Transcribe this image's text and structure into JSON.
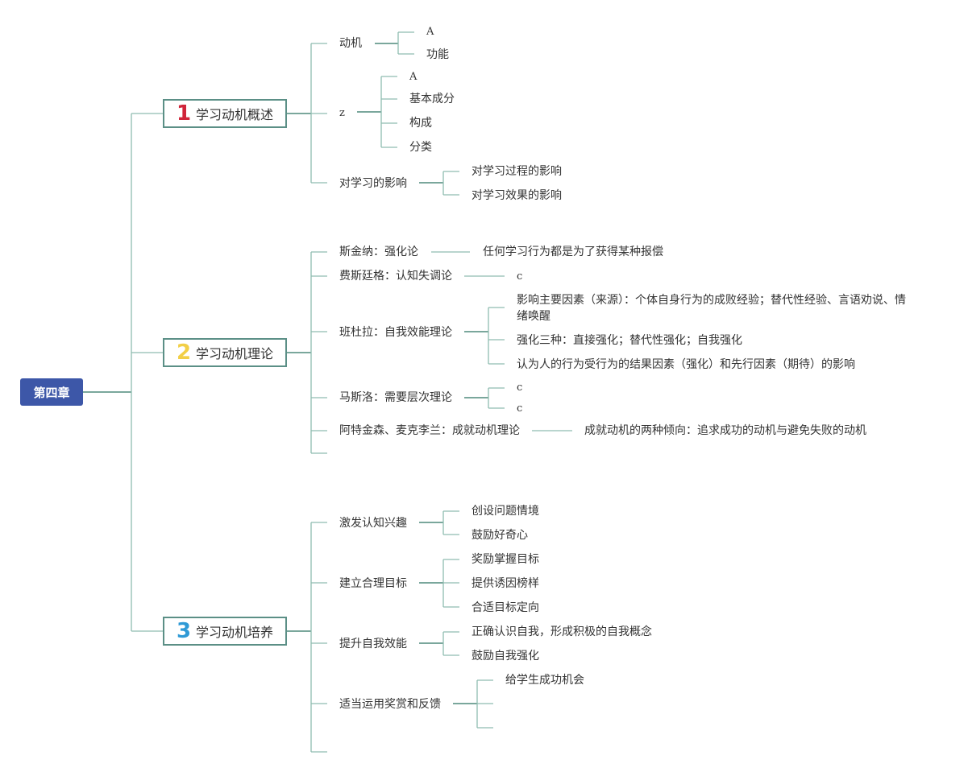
{
  "root": "第四章",
  "branches": [
    {
      "number": "1",
      "number_color": "#d0253a",
      "label": "学习动机概述",
      "children": [
        {
          "label": "动机",
          "children": [
            "A",
            "功能"
          ]
        },
        {
          "label": "z",
          "children": [
            "A",
            "基本成分",
            "构成",
            "分类"
          ]
        },
        {
          "label": "对学习的影响",
          "children": [
            "对学习过程的影响",
            "对学习效果的影响"
          ]
        }
      ]
    },
    {
      "number": "2",
      "number_color": "#f2cf47",
      "label": "学习动机理论",
      "children": [
        {
          "label": "斯金纳：强化论",
          "children": [
            "任何学习行为都是为了获得某种报偿"
          ]
        },
        {
          "label": "费斯廷格：认知失调论",
          "children": [
            "c"
          ]
        },
        {
          "label": "班杜拉：自我效能理论",
          "children": [
            "影响主要因素（来源）：个体自身行为的成败经验；替代性经验、言语劝说、情绪唤醒",
            "强化三种：直接强化；替代性强化；自我强化",
            "认为人的行为受行为的结果因素（强化）和先行因素（期待）的影响"
          ]
        },
        {
          "label": "马斯洛：需要层次理论",
          "children": [
            "c",
            "c"
          ]
        },
        {
          "label": "阿特金森、麦克李兰：成就动机理论",
          "children": [
            "成就动机的两种倾向：追求成功的动机与避免失败的动机"
          ]
        },
        {
          "label": "",
          "children": []
        }
      ]
    },
    {
      "number": "3",
      "number_color": "#2f9ad6",
      "label": "学习动机培养",
      "children": [
        {
          "label": "激发认知兴趣",
          "children": [
            "创设问题情境",
            "鼓励好奇心"
          ]
        },
        {
          "label": "建立合理目标",
          "children": [
            "奖励掌握目标",
            "提供诱因榜样",
            "合适目标定向"
          ]
        },
        {
          "label": "提升自我效能",
          "children": [
            "正确认识自我，形成积极的自我概念",
            "鼓励自我强化"
          ]
        },
        {
          "label": "适当运用奖赏和反馈",
          "children": [
            "给学生成功机会",
            "",
            ""
          ]
        },
        {
          "label": "",
          "children": []
        }
      ]
    }
  ]
}
